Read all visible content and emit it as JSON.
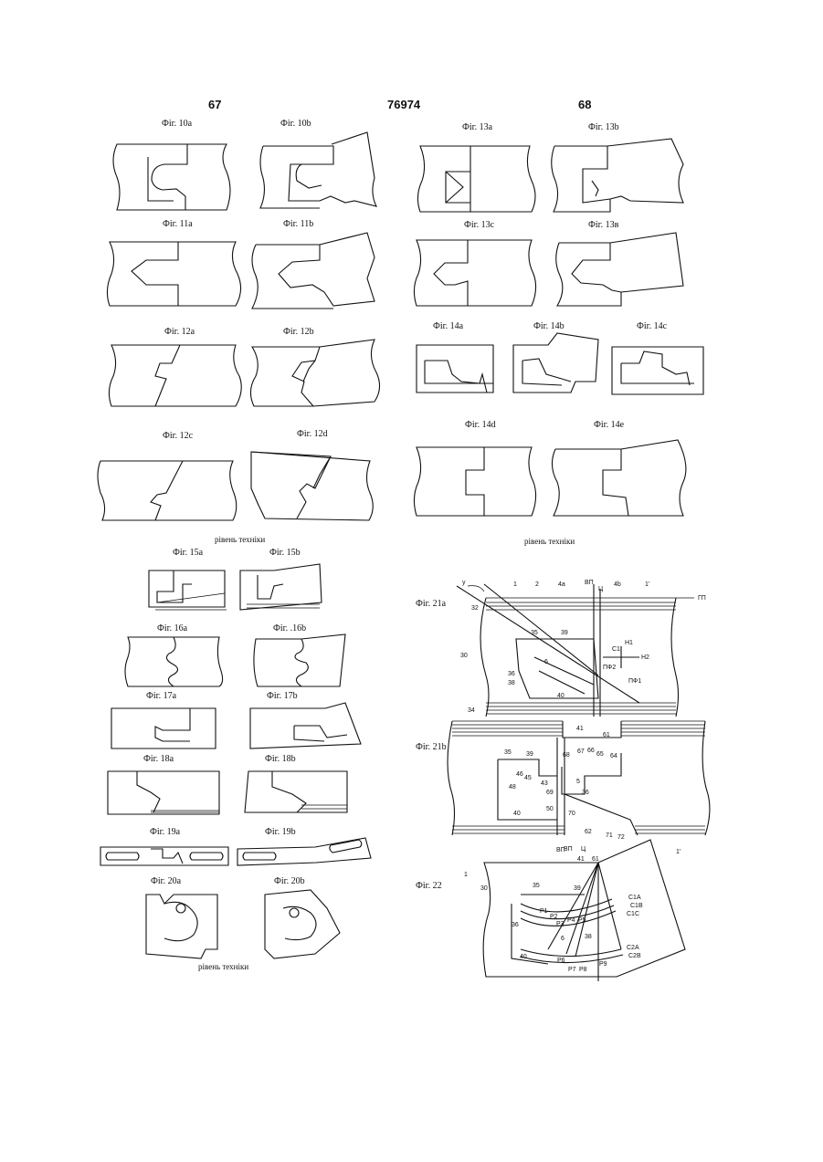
{
  "header": {
    "page_left": "67",
    "patent_number": "76974",
    "page_right": "68"
  },
  "figures": {
    "f10a": "Фіг. 10a",
    "f10b": "Фіг. 10b",
    "f11a": "Фіг. 11a",
    "f11b": "Фіг. 11b",
    "f12a": "Фіг. 12a",
    "f12b": "Фіг. 12b",
    "f12c": "Фіг. 12c",
    "f12d": "Фіг. 12d",
    "f13a": "Фіг. 13a",
    "f13b": "Фіг. 13b",
    "f13c": "Фіг. 13c",
    "f13d": "Фіг. 13в",
    "f14a": "Фіг. 14a",
    "f14b": "Фіг. 14b",
    "f14c": "Фіг. 14c",
    "f14d": "Фіг. 14d",
    "f14e": "Фіг. 14e",
    "f15a": "Фіг. 15a",
    "f15b": "Фіг. 15b",
    "f16a": "Фіг. 16a",
    "f16b": "Фіг. .16b",
    "f17a": "Фіг. 17a",
    "f17b": "Фіг. 17b",
    "f18a": "Фіг. 18a",
    "f18b": "Фіг. 18b",
    "f19a": "Фіг. 19a",
    "f19b": "Фіг. 19b",
    "f20a": "Фіг. 20a",
    "f20b": "Фіг. 20b",
    "f21a": "Фіг. 21a",
    "f21b": "Фіг. 21b",
    "f22": "Фіг. 22"
  },
  "captions": {
    "prior_art_1": "рівень техніки",
    "prior_art_2": "рівень техніки",
    "prior_art_3": "рівень техніки"
  },
  "refs_21a": {
    "y": "y",
    "r1": "1",
    "r2": "2",
    "r4a": "4a",
    "vp": "ВП",
    "c": "Ц",
    "r4b": "4b",
    "r1p": "1'",
    "gp": "ГП",
    "r32": "32",
    "r35": "35",
    "r39": "39",
    "r30": "30",
    "c1": "C1",
    "h1": "H1",
    "h2": "H2",
    "r6": "6",
    "pf2": "ПФ2",
    "r36": "36",
    "r38": "38",
    "pf1": "ПФ1",
    "r40": "40",
    "r34": "34"
  },
  "refs_21b": {
    "r41": "41",
    "r61": "61",
    "r35": "35",
    "r39": "39",
    "r68": "68",
    "r67": "67",
    "r66": "66",
    "r65": "65",
    "r64": "64",
    "r46": "46",
    "r45": "45",
    "r43": "43",
    "r48": "48",
    "r5": "5",
    "r36": "36",
    "r69": "69",
    "r70": "70",
    "r40": "40",
    "r50": "50",
    "r62": "62",
    "r71": "71",
    "r72": "72",
    "vp": "ВП"
  },
  "refs_22": {
    "vp": "ВП",
    "c": "Ц",
    "r41": "41",
    "r61": "61",
    "r1": "1",
    "r1p": "1'",
    "r30": "30",
    "r35": "35",
    "r39": "39",
    "c1a": "C1A",
    "c1b": "C1B",
    "c1c": "C1C",
    "p1": "P1",
    "p2": "P2",
    "p3": "P3",
    "p4": "P4",
    "p5": "P5",
    "r36": "36",
    "r38": "38",
    "r6": "6",
    "c2a": "C2A",
    "c2b": "C2B",
    "r40": "40",
    "p6": "P6",
    "p7": "P7",
    "p8": "P8",
    "p9": "P9"
  }
}
